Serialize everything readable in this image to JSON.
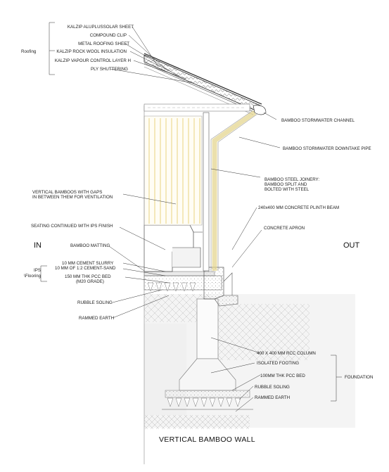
{
  "title": "VERTICAL BAMBOO WALL",
  "side_labels": {
    "in": "IN",
    "out": "OUT"
  },
  "groups": {
    "roofing": "Roofing",
    "ips_1": "IPS",
    "ips_2": "\\Flooring",
    "foundation": "FOUNDATION"
  },
  "labels": {
    "kalzip_aluplussolar": "KALZIP ALUPLUSSOLAR SHEET",
    "compound_clip": "COMPOUND CLIP",
    "metal_roofing": "METAL ROOFING SHEET",
    "rock_wool": "KALZIP ROCK WOOL INSULATION",
    "vapour_control": "KALZIP VAPOUR CONTROL LAYER H",
    "ply_shuttering": "PLY SHUTTERING",
    "stormwater_channel": "BAMBOO STORMWATER CHANNEL",
    "downtake_pipe": "BAMBOO STORMWATER DOWNTAKE PIPE",
    "steel_joinery_1": "BAMBOO STEEL JOINERY:",
    "steel_joinery_2": "BAMBOO SPLIT AND",
    "steel_joinery_3": "BOLTED WITH STEEL",
    "vertical_bamboos_1": "VERTICAL BAMBOOS WITH GAPS",
    "vertical_bamboos_2": "IN BETWEEN THEM FOR VENTILATION",
    "plinth_beam": "240x400 MM CONCRETE PLINTH BEAM",
    "seating": "SEATING CONTINUED WITH  IPS FINISH",
    "concrete_apron": "CONCRETE APRON",
    "bamboo_matting": "BAMBOO MATTING",
    "cement_slurry": "10 MM CEMENT SLURRY",
    "cement_sand": "10 MM OF 1:2 CEMENT-SAND",
    "pcc_bed_1": "150 MM THK PCC BED",
    "pcc_bed_2": "(M20 GRADE)",
    "rubble_soling": "RUBBLE SOLING",
    "rammed_earth": "RAMMED EARTH",
    "rcc_column": "400 X 400 MM RCC COLUMN",
    "isolated_footing": "ISOLATED FOOTING",
    "pcc_bed_100": "100MM THK PCC BED",
    "rubble_soling_2": "RUBBLE SOLING",
    "rammed_earth_2": "RAMMED EARTH"
  }
}
